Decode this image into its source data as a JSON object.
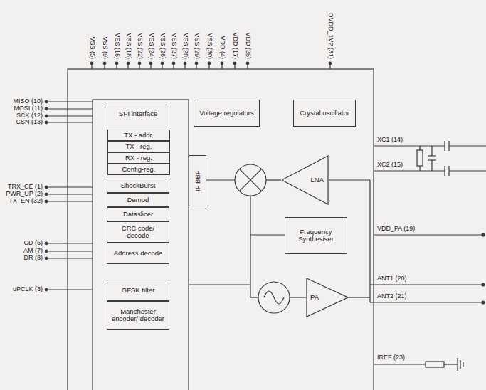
{
  "diagram": {
    "nodes": [
      {
        "text": [
          "SPI interface"
        ]
      },
      {
        "text": [
          "TX - addr."
        ],
        "in": 0
      },
      {
        "text": [
          "TX - reg."
        ],
        "in": 0
      },
      {
        "text": [
          "RX - reg."
        ],
        "in": 0
      },
      {
        "text": [
          "Config-reg."
        ],
        "in": 0
      },
      {
        "text": [
          "ShockBurst"
        ]
      },
      {
        "text": [
          "Demod"
        ]
      },
      {
        "text": [
          "Dataslicer"
        ]
      },
      {
        "text": [
          "CRC code/ decode"
        ]
      },
      {
        "text": [
          "Address decode"
        ]
      },
      {
        "text": [
          "GFSK filter"
        ]
      },
      {
        "text": [
          "Manchester encoder/ decoder"
        ]
      },
      {
        "text": [
          "Voltage regulators"
        ]
      },
      {
        "text": [
          "Crystal oscillator"
        ]
      },
      {
        "text": [
          "IF BBF"
        ]
      },
      {
        "text": [
          "LNA"
        ]
      },
      {
        "text": [
          "Frequency Synthesiser"
        ]
      },
      {
        "text": [
          "PA"
        ]
      }
    ],
    "labels": [
      "VSS (5)",
      "VSS (9)",
      "VSS (16)",
      "VSS (18)",
      "VSS (22)",
      "VSS (24)",
      "VSS (26)",
      "VSS (27)",
      "VSS (28)",
      "VSS (29)",
      "VSS (30)",
      "VDD (4)",
      "VDD (17)",
      "VDD (25)",
      "DVDD_1V2 (31)",
      "MISO (10)",
      "MOSI (11)",
      "SCK (12)",
      "CSN (13)",
      "TRX_CE (1)",
      "PWR_UP (2)",
      "TX_EN (32)",
      "CD (6)",
      "AM (7)",
      "DR (8)",
      "uPCLK (3)",
      "XC1 (14)",
      "XC2 (15)",
      "VDD_PA (19)",
      "ANT1 (20)",
      "ANT2 (21)",
      "IREF (23)"
    ]
  }
}
